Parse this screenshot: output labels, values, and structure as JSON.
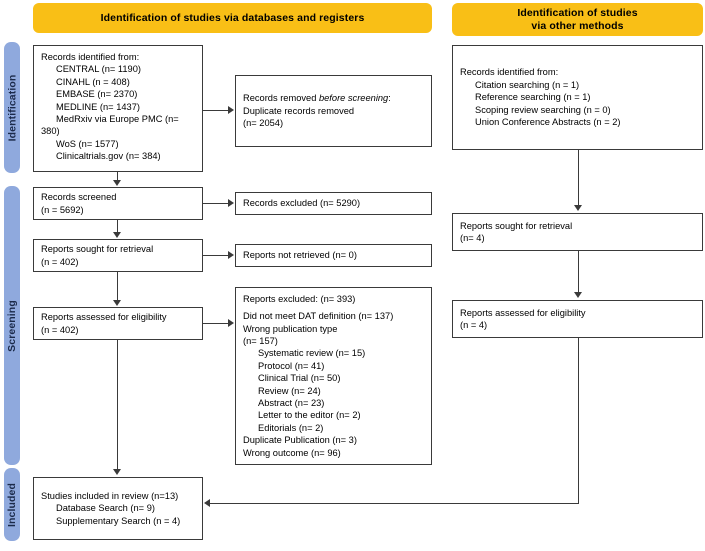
{
  "diagram": {
    "title": "PRISMA 2020 flow diagram",
    "colors": {
      "banner": "#f9bf16",
      "stage_bar": "#8fa9dd",
      "box_border": "#3a3a3a",
      "connector": "#3a3a3a",
      "background": "#ffffff"
    }
  },
  "banners": {
    "databases": "Identification of studies via databases and registers",
    "other_methods_line1": "Identification of studies",
    "other_methods_line2": "via other methods"
  },
  "stages": {
    "identification": "Identification",
    "screening": "Screening",
    "included": "Included"
  },
  "left_column": {
    "records_identified": {
      "heading": "Records identified from:",
      "sources": [
        "CENTRAL (n= 1190)",
        "CINAHL (n = 408)",
        "EMBASE (n= 2370)",
        "MEDLINE (n= 1437)",
        "MedRxiv via Europe PMC (n=",
        "380)",
        "WoS (n= 1577)",
        "Clinicaltrials.gov (n= 384)"
      ]
    },
    "records_removed": {
      "line1_prefix": "Records removed ",
      "line1_italic": "before screening",
      "line1_suffix": ":",
      "line2": "Duplicate records removed",
      "line3": "(n= 2054)"
    },
    "records_screened": {
      "line1": "Records screened",
      "line2": "(n = 5692)"
    },
    "records_excluded": {
      "line1": "Records excluded (n= 5290)"
    },
    "reports_sought": {
      "line1": "Reports sought for retrieval",
      "line2": "(n = 402)"
    },
    "reports_not_retrieved": {
      "line1": "Reports not retrieved (n= 0)"
    },
    "reports_assessed": {
      "line1": "Reports assessed for eligibility",
      "line2": "(n = 402)"
    },
    "reports_excluded": {
      "heading": "Reports excluded: (n= 393)",
      "items": [
        "Did not meet DAT definition (n= 137)",
        "Wrong publication type",
        "(n= 157)"
      ],
      "subitems": [
        "Systematic review (n= 15)",
        "Protocol (n= 41)",
        "Clinical Trial (n= 50)",
        "Review (n= 24)",
        "Abstract (n= 23)",
        "Letter to the editor (n= 2)",
        "Editorials (n= 2)"
      ],
      "tail": [
        "Duplicate Publication (n= 3)",
        "Wrong outcome (n= 96)"
      ]
    },
    "studies_included": {
      "line1": "Studies included in review (n=13)",
      "line2": "Database Search (n= 9)",
      "line3": "Supplementary Search (n = 4)"
    }
  },
  "right_column": {
    "records_identified": {
      "heading": "Records identified from:",
      "sources": [
        "Citation searching (n = 1)",
        "Reference searching (n = 1)",
        "Scoping review searching (n = 0)",
        "Union Conference Abstracts (n = 2)"
      ]
    },
    "reports_sought": {
      "line1": "Reports sought for retrieval",
      "line2": "(n= 4)"
    },
    "reports_assessed": {
      "line1": "Reports assessed for eligibility",
      "line2": "(n = 4)"
    }
  }
}
